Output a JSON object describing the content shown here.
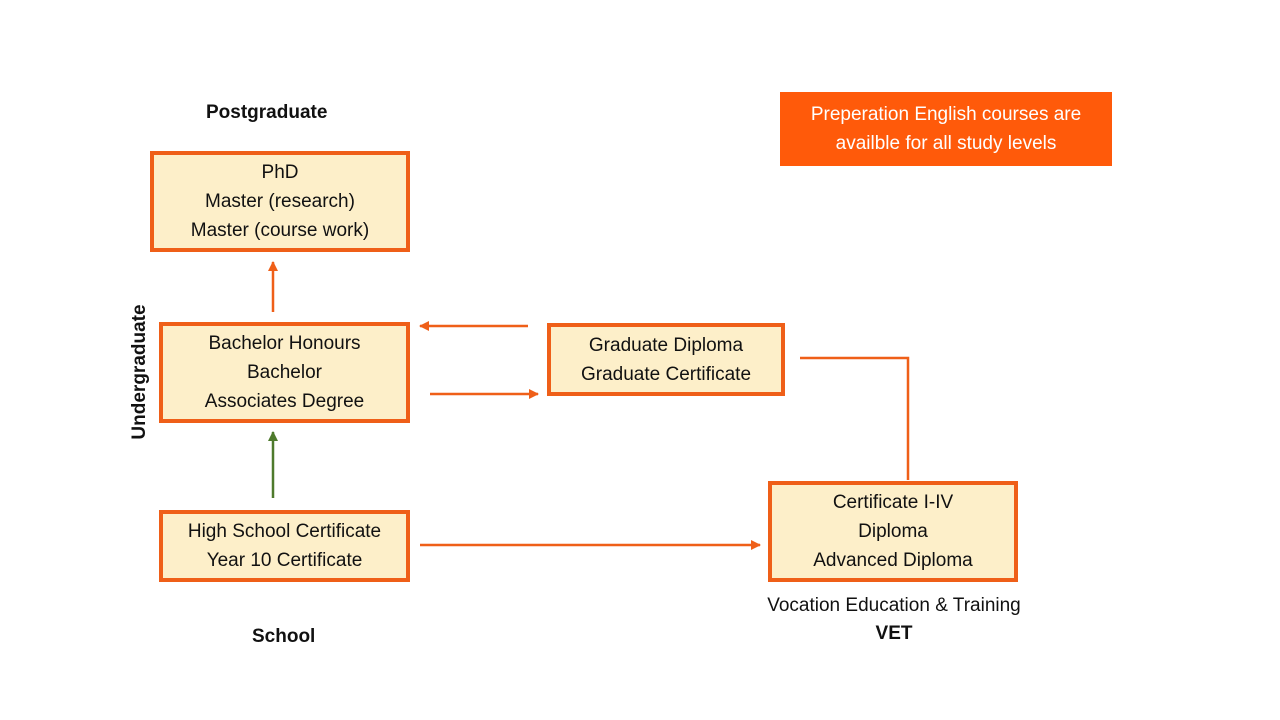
{
  "labels": {
    "postgraduate": "Postgraduate",
    "undergraduate": "Undergraduate",
    "school": "School",
    "vet_full": "Vocation Education & Training",
    "vet_short": "VET"
  },
  "note": {
    "lines": [
      "Preperation English courses are",
      "availble for all study levels"
    ]
  },
  "boxes": {
    "postgraduate": [
      "PhD",
      "Master (research)",
      "Master (course work)"
    ],
    "undergraduate": [
      "Bachelor Honours",
      "Bachelor",
      "Associates Degree"
    ],
    "graduate": [
      "Graduate Diploma",
      "Graduate Certificate"
    ],
    "school": [
      "High School Certificate",
      "Year 10 Certificate"
    ],
    "vet": [
      "Certificate I-IV",
      "Diploma",
      "Advanced Diploma"
    ]
  },
  "colors": {
    "box_border": "#ef5f18",
    "box_fill": "#fdefc9",
    "arrow_orange": "#ef5f18",
    "arrow_green": "#4e7a2c",
    "note_fill": "#ff5a0a"
  }
}
